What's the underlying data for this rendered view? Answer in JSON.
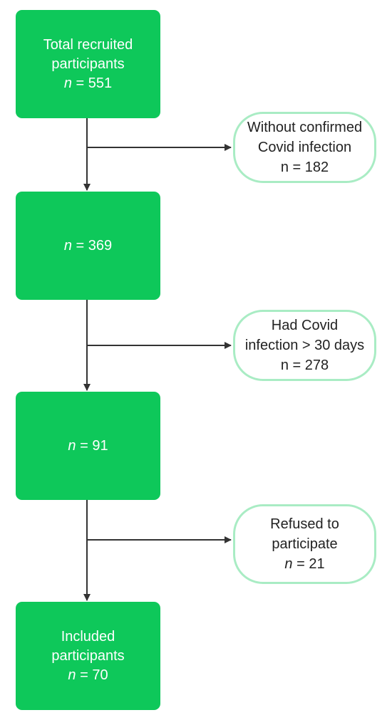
{
  "flow": {
    "boxes": [
      {
        "lines": [
          "Total recruited",
          "participants"
        ],
        "n_var": "n",
        "n_rest": " = 551"
      },
      {
        "lines": [],
        "n_var": "n",
        "n_rest": " = 369"
      },
      {
        "lines": [],
        "n_var": "n",
        "n_rest": " = 91"
      },
      {
        "lines": [
          "Included",
          "participants"
        ],
        "n_var": "n",
        "n_rest": " = 70"
      }
    ],
    "exclusions": [
      {
        "lines": [
          "Without confirmed",
          "Covid infection"
        ],
        "n_var": "n",
        "n_rest": " = 182",
        "n_italic": false
      },
      {
        "lines": [
          "Had Covid",
          "infection > 30 days"
        ],
        "n_var": "n",
        "n_rest": " = 278",
        "n_italic": false
      },
      {
        "lines": [
          "Refused to",
          "participate"
        ],
        "n_var": "n",
        "n_rest": " = 21",
        "n_italic": true
      }
    ]
  },
  "colors": {
    "box_fill": "#0ec85a",
    "side_border": "#a9ecc4",
    "line": "#333333"
  }
}
